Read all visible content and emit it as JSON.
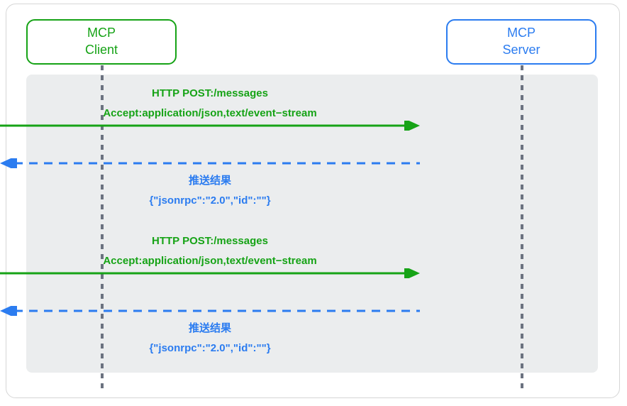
{
  "diagram": {
    "type": "sequence-diagram",
    "participants": [
      {
        "id": "client",
        "line1": "MCP",
        "line2": "Client",
        "color": "#16a316"
      },
      {
        "id": "server",
        "line1": "MCP",
        "line2": "Server",
        "color": "#2b7cf0"
      }
    ],
    "colors": {
      "request": "#16a316",
      "response": "#2b7cf0",
      "lifeline": "#6b7280",
      "shaded_background": "#ebedee",
      "canvas_background": "#ffffff",
      "card_border": "#d6d6d6"
    },
    "messages": [
      {
        "id": "request-1",
        "direction": "client-to-server",
        "style": "solid",
        "arrowhead": "filled-triangle-right",
        "color": "#16a316",
        "label_position": "above",
        "label_line1": "HTTP POST:/messages",
        "label_line2": "Accept:application/json,text/event−stream"
      },
      {
        "id": "response-1",
        "direction": "server-to-client",
        "style": "dashed",
        "arrowhead": "filled-triangle-left",
        "color": "#2b7cf0",
        "label_position": "below",
        "label_line1": "推送结果",
        "label_line2": "{\"jsonrpc\":\"2.0\",\"id\":\"\"}"
      },
      {
        "id": "request-2",
        "direction": "client-to-server",
        "style": "solid",
        "arrowhead": "filled-triangle-right",
        "color": "#16a316",
        "label_position": "above",
        "label_line1": "HTTP POST:/messages",
        "label_line2": "Accept:application/json,text/event−stream"
      },
      {
        "id": "response-2",
        "direction": "server-to-client",
        "style": "dashed",
        "arrowhead": "filled-triangle-left",
        "color": "#2b7cf0",
        "label_position": "below",
        "label_line1": "推送结果",
        "label_line2": "{\"jsonrpc\":\"2.0\",\"id\":\"\"}"
      }
    ]
  }
}
